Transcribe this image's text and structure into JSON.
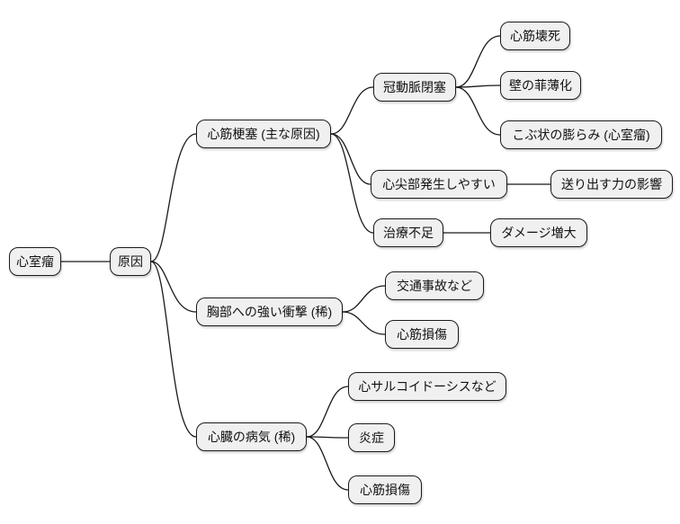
{
  "diagram": {
    "type": "mindmap",
    "direction": "left-to-right",
    "language": "ja",
    "topic": "心室瘤",
    "colors": {
      "background": "#ffffff",
      "node_fill": "#f0f0f0",
      "node_border": "#1a1a1a",
      "edge": "#1a1a1a",
      "text": "#111111"
    },
    "nodes": [
      {
        "id": "root",
        "label": "心室瘤",
        "parent": null
      },
      {
        "id": "cause",
        "label": "原因",
        "parent": "root"
      },
      {
        "id": "mi",
        "label": "心筋梗塞 (主な原因)",
        "parent": "cause"
      },
      {
        "id": "coronary-occlusion",
        "label": "冠動脈閉塞",
        "parent": "mi"
      },
      {
        "id": "necrosis",
        "label": "心筋壊死",
        "parent": "coronary-occlusion"
      },
      {
        "id": "wall-thinning",
        "label": "壁の菲薄化",
        "parent": "coronary-occlusion"
      },
      {
        "id": "bulge",
        "label": "こぶ状の膨らみ (心室瘤)",
        "parent": "coronary-occlusion"
      },
      {
        "id": "apex",
        "label": "心尖部発生しやすい",
        "parent": "mi"
      },
      {
        "id": "pump-force",
        "label": "送り出す力の影響",
        "parent": "apex"
      },
      {
        "id": "undertreatment",
        "label": "治療不足",
        "parent": "mi"
      },
      {
        "id": "damage-increase",
        "label": "ダメージ増大",
        "parent": "undertreatment"
      },
      {
        "id": "chest-impact",
        "label": "胸部への強い衝撃 (稀)",
        "parent": "cause"
      },
      {
        "id": "traffic-accident",
        "label": "交通事故など",
        "parent": "chest-impact"
      },
      {
        "id": "myocardial-injury-1",
        "label": "心筋損傷",
        "parent": "chest-impact"
      },
      {
        "id": "heart-disease",
        "label": "心臓の病気 (稀)",
        "parent": "cause"
      },
      {
        "id": "sarcoidosis",
        "label": "心サルコイドーシスなど",
        "parent": "heart-disease"
      },
      {
        "id": "inflammation",
        "label": "炎症",
        "parent": "heart-disease"
      },
      {
        "id": "myocardial-injury-2",
        "label": "心筋損傷",
        "parent": "heart-disease"
      }
    ]
  }
}
